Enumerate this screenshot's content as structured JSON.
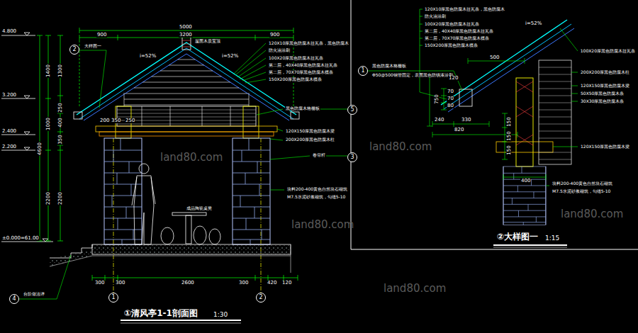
{
  "diagram": {
    "nodes": [
      {
        "text": [
          "2"
        ]
      },
      {
        "text": [
          "5"
        ]
      },
      {
        "text": [
          "3"
        ]
      },
      {
        "text": [
          "4"
        ]
      },
      {
        "text": [
          "1"
        ]
      },
      {
        "text": [
          "2"
        ]
      },
      {
        "text": [
          "1"
        ]
      }
    ],
    "labels": [
      "5000",
      "900",
      "3200",
      "900",
      "4.800",
      "1400",
      "1300",
      "3.200",
      "250",
      "2.400",
      "1000",
      "400",
      "2.200",
      "350",
      "4600",
      "2200",
      "2200",
      "±0.000=61.00",
      "200",
      "350",
      "250",
      "大样图一",
      "i=52%",
      "i=52%",
      "屋面木质宝顶",
      "120X10厚黑色防腐木挂瓦条，黑色防腐木",
      "防火油涂刷",
      "100X20厚黑色防腐木挂瓦条",
      "第二层，40X40厚黑色防腐木挂瓦条",
      "第二层，70X70厚黑色防腐木檩条",
      "150X200厚黑色防腐木檩条",
      "黑色防腐木格栅板",
      "120X150厚黑色防腐木梁",
      "200X200厚黑色防腐木柱",
      "卷帘杆",
      "块料200-400黄色自然块石砌筑",
      "M7.5水泥砂浆砌筑，勾缝5-10",
      "成品陶瓷桌凳",
      "300",
      "300",
      "2600",
      "300",
      "420",
      "120",
      "台阶做法详",
      "①清风亭1-1剖面图",
      "1:30",
      "120X10厚黑色防腐木挂瓦条，黑色防腐木",
      "防火油涂刷",
      "100X20厚黑色防腐木挂瓦条",
      "第二层，40X40厚黑色防腐木挂瓦条",
      "第二层，70X70厚黑色防腐木檩条",
      "150X200厚黑色防腐木檩条",
      "i=52%",
      "100X20厚黑色防腐木挂瓦条",
      "200X200厚黑色防腐木柱",
      "120X150厚黑色防腐木梁",
      "50X50厚黑色防腐木条",
      "30X30厚黑色防腐木条",
      "120X150厚黑色防腐木梁",
      "块料200-400黄色自然块石砌筑",
      "M7.5水泥砂浆砌筑，勾缝5-10",
      "黑色防腐木格栅板",
      "Φ50@500钢管固定，表面黑色防锈漆涂刷",
      "500",
      "120",
      "750",
      "70",
      "70",
      "80",
      "240",
      "330",
      "820",
      "150",
      "150",
      "150",
      "400",
      "②大样图一",
      "1:15",
      "land80.com",
      "land80.com",
      "land80.com",
      "land80.com",
      "land80.com"
    ]
  }
}
